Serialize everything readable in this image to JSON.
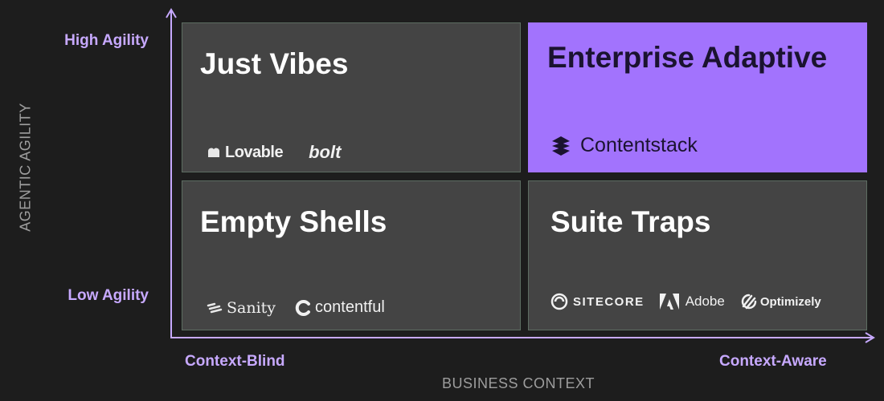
{
  "axes": {
    "y_title": "AGENTIC AGILITY",
    "x_title": "BUSINESS CONTEXT",
    "y_high": "High Agility",
    "y_low": "Low Agility",
    "x_left": "Context-Blind",
    "x_right": "Context-Aware"
  },
  "colors": {
    "background": "#1d1d1d",
    "quadrant": "#444444",
    "highlight": "#a273fd",
    "axis_label": "#c7a9ff"
  },
  "quadrants": {
    "top_left": {
      "title": "Just Vibes",
      "logos": [
        {
          "name": "Lovable",
          "icon": "lovable-icon"
        },
        {
          "name": "bolt",
          "icon": "bolt-wordmark"
        }
      ]
    },
    "top_right": {
      "title": "Enterprise Adaptive",
      "logos": [
        {
          "name": "Contentstack",
          "icon": "contentstack-icon"
        }
      ]
    },
    "bottom_left": {
      "title": "Empty Shells",
      "logos": [
        {
          "name": "Sanity",
          "icon": "sanity-icon"
        },
        {
          "name": "contentful",
          "icon": "contentful-icon"
        }
      ]
    },
    "bottom_right": {
      "title": "Suite Traps",
      "logos": [
        {
          "name": "SITECORE",
          "icon": "sitecore-icon"
        },
        {
          "name": "Adobe",
          "icon": "adobe-icon"
        },
        {
          "name": "Optimizely",
          "icon": "optimizely-icon"
        }
      ]
    }
  }
}
